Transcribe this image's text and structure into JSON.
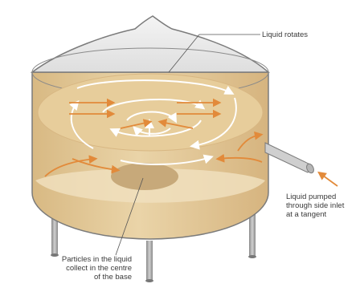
{
  "labels": {
    "rotates": "Liquid rotates",
    "inlet": "Liquid pumped\nthrough side inlet\nat a tangent",
    "particles": "Particles in the liquid\ncollect in the centre\nof the base"
  },
  "colors": {
    "liquid": "#e2c796",
    "liquid_light": "#efdcb7",
    "liquid_surface": "#e7cd9b",
    "sediment": "#c7a97a",
    "tank_outline": "#7b7b7b",
    "flow_arrow": "#e28a3a",
    "rotation_arrow": "#ffffff",
    "legs": "#9a9a9a",
    "label_text": "#3a3a3a"
  }
}
